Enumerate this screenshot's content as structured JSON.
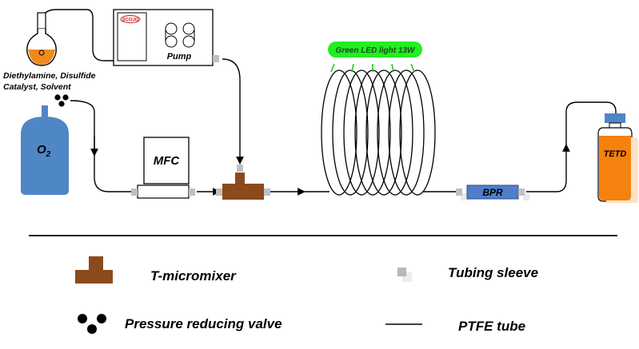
{
  "reagents_label": [
    "Diethylamine, Disulfide",
    "Catalyst, Solvent"
  ],
  "syringe_brand": "SCOJO",
  "pump_label": "Pump",
  "o2_label": {
    "base": "O",
    "sub": "2"
  },
  "mfc_label": "MFC",
  "led_label": "Green LED light 13W",
  "bpr_label": "BPR",
  "product_label": "TETD",
  "legend": {
    "t_micromixer": "T-micromixer",
    "tubing_sleeve": "Tubing sleeve",
    "pressure_valve": "Pressure reducing valve",
    "ptfe_tube": "PTFE tube"
  },
  "colors": {
    "flask_liquid": "#f08a1e",
    "o2_cylinder": "#4f86c6",
    "micromixer": "#8b4a1c",
    "led": "#22ee22",
    "bpr": "#4f7fcc",
    "product_liquid": "#f5820f",
    "product_cap": "#4f86c6",
    "sleeve": "#c0c0c0"
  }
}
